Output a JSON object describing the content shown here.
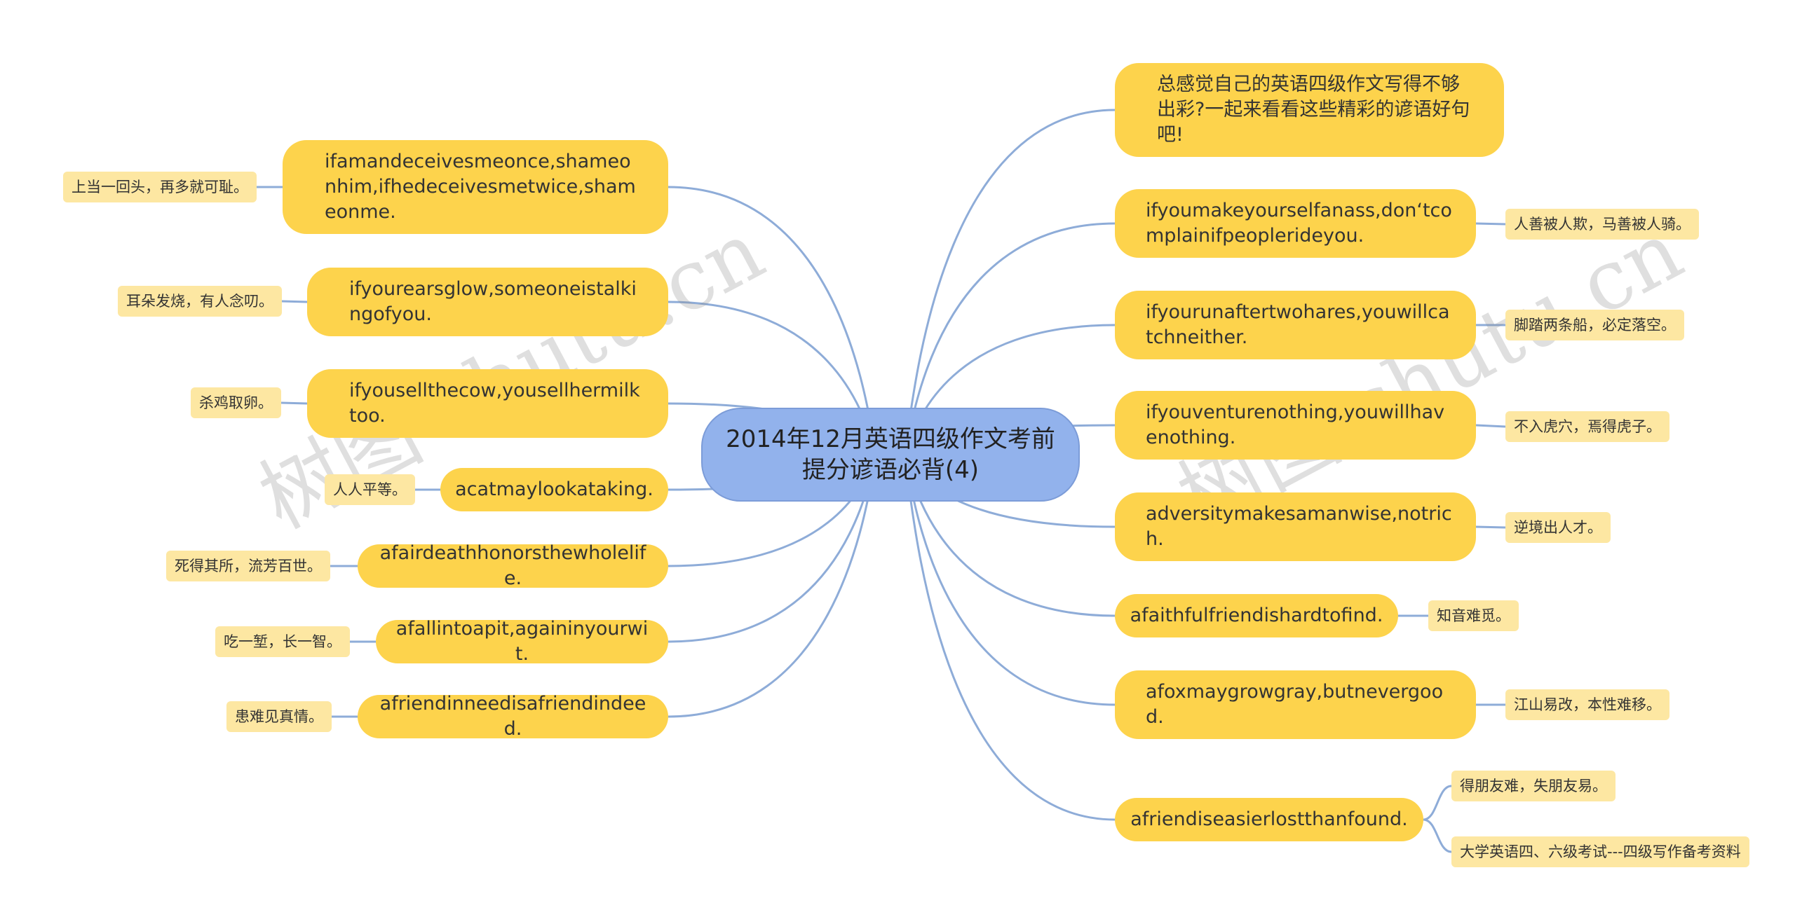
{
  "root": "2014年12月英语四级作文考前提分谚语必背(4)",
  "watermark": "树图 shutu.cn",
  "left": [
    {
      "text": "ifamandeceivesmeonce,shameonhim,ifhedeceivesmetwice,shameonme.",
      "note": "上当一回头，再多就可耻。"
    },
    {
      "text": "ifyourearsglow,someoneistalkingofyou.",
      "note": "耳朵发烧，有人念叨。"
    },
    {
      "text": "ifyousellthecow,yousellhermilktoo.",
      "note": "杀鸡取卵。"
    },
    {
      "text": "acatmaylookataking.",
      "note": "人人平等。"
    },
    {
      "text": "afairdeathhonorsthewholelife.",
      "note": "死得其所，流芳百世。"
    },
    {
      "text": "afallintoapit,againinyourwit.",
      "note": "吃一堑，长一智。"
    },
    {
      "text": "afriendinneedisafriendindeed.",
      "note": "患难见真情。"
    }
  ],
  "right": [
    {
      "text": "总感觉自己的英语四级作文写得不够出彩?一起来看看这些精彩的谚语好句吧!",
      "notes": []
    },
    {
      "text": "ifyoumakeyourselfanass,don‘tcomplainifpeoplerideyou.",
      "notes": [
        "人善被人欺，马善被人骑。"
      ]
    },
    {
      "text": "ifyourunaftertwohares,youwillcatchneither.",
      "notes": [
        "脚踏两条船，必定落空。"
      ]
    },
    {
      "text": "ifyouventurenothing,youwillhavenothing.",
      "notes": [
        "不入虎穴，焉得虎子。"
      ]
    },
    {
      "text": "adversitymakesamanwise,notrich.",
      "notes": [
        "逆境出人才。"
      ]
    },
    {
      "text": "afaithfulfriendishardtofind.",
      "notes": [
        "知音难觅。"
      ]
    },
    {
      "text": "afoxmaygrowgray,butnevergood.",
      "notes": [
        "江山易改，本性难移。"
      ]
    },
    {
      "text": "afriendiseasierlostthanfound.",
      "notes": [
        "得朋友难，失朋友易。",
        "大学英语四、六级考试---四级写作备考资料"
      ]
    }
  ],
  "colors": {
    "branch": "#FDD34C",
    "leaf": "#FDE7A2",
    "root": "#92B2EC",
    "line": "#8EACD8"
  }
}
